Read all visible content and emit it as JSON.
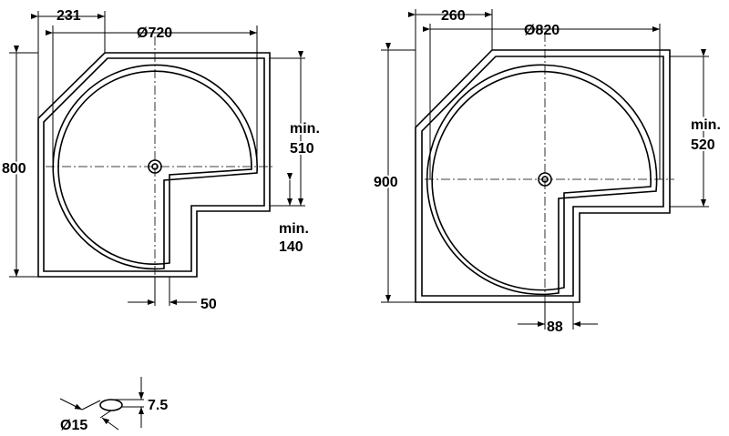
{
  "left": {
    "dim_offset": "231",
    "dim_diameter": "Ø720",
    "dim_depth": "800",
    "dim_min_label": "min.",
    "dim_min_side": "510",
    "dim_min_label2": "min.",
    "dim_min_gap": "140",
    "dim_step": "50"
  },
  "right": {
    "dim_offset": "260",
    "dim_diameter": "Ø820",
    "dim_depth": "900",
    "dim_min_label": "min.",
    "dim_min_side": "520",
    "dim_step": "88"
  },
  "detail": {
    "height": "7.5",
    "diameter": "Ø15"
  }
}
